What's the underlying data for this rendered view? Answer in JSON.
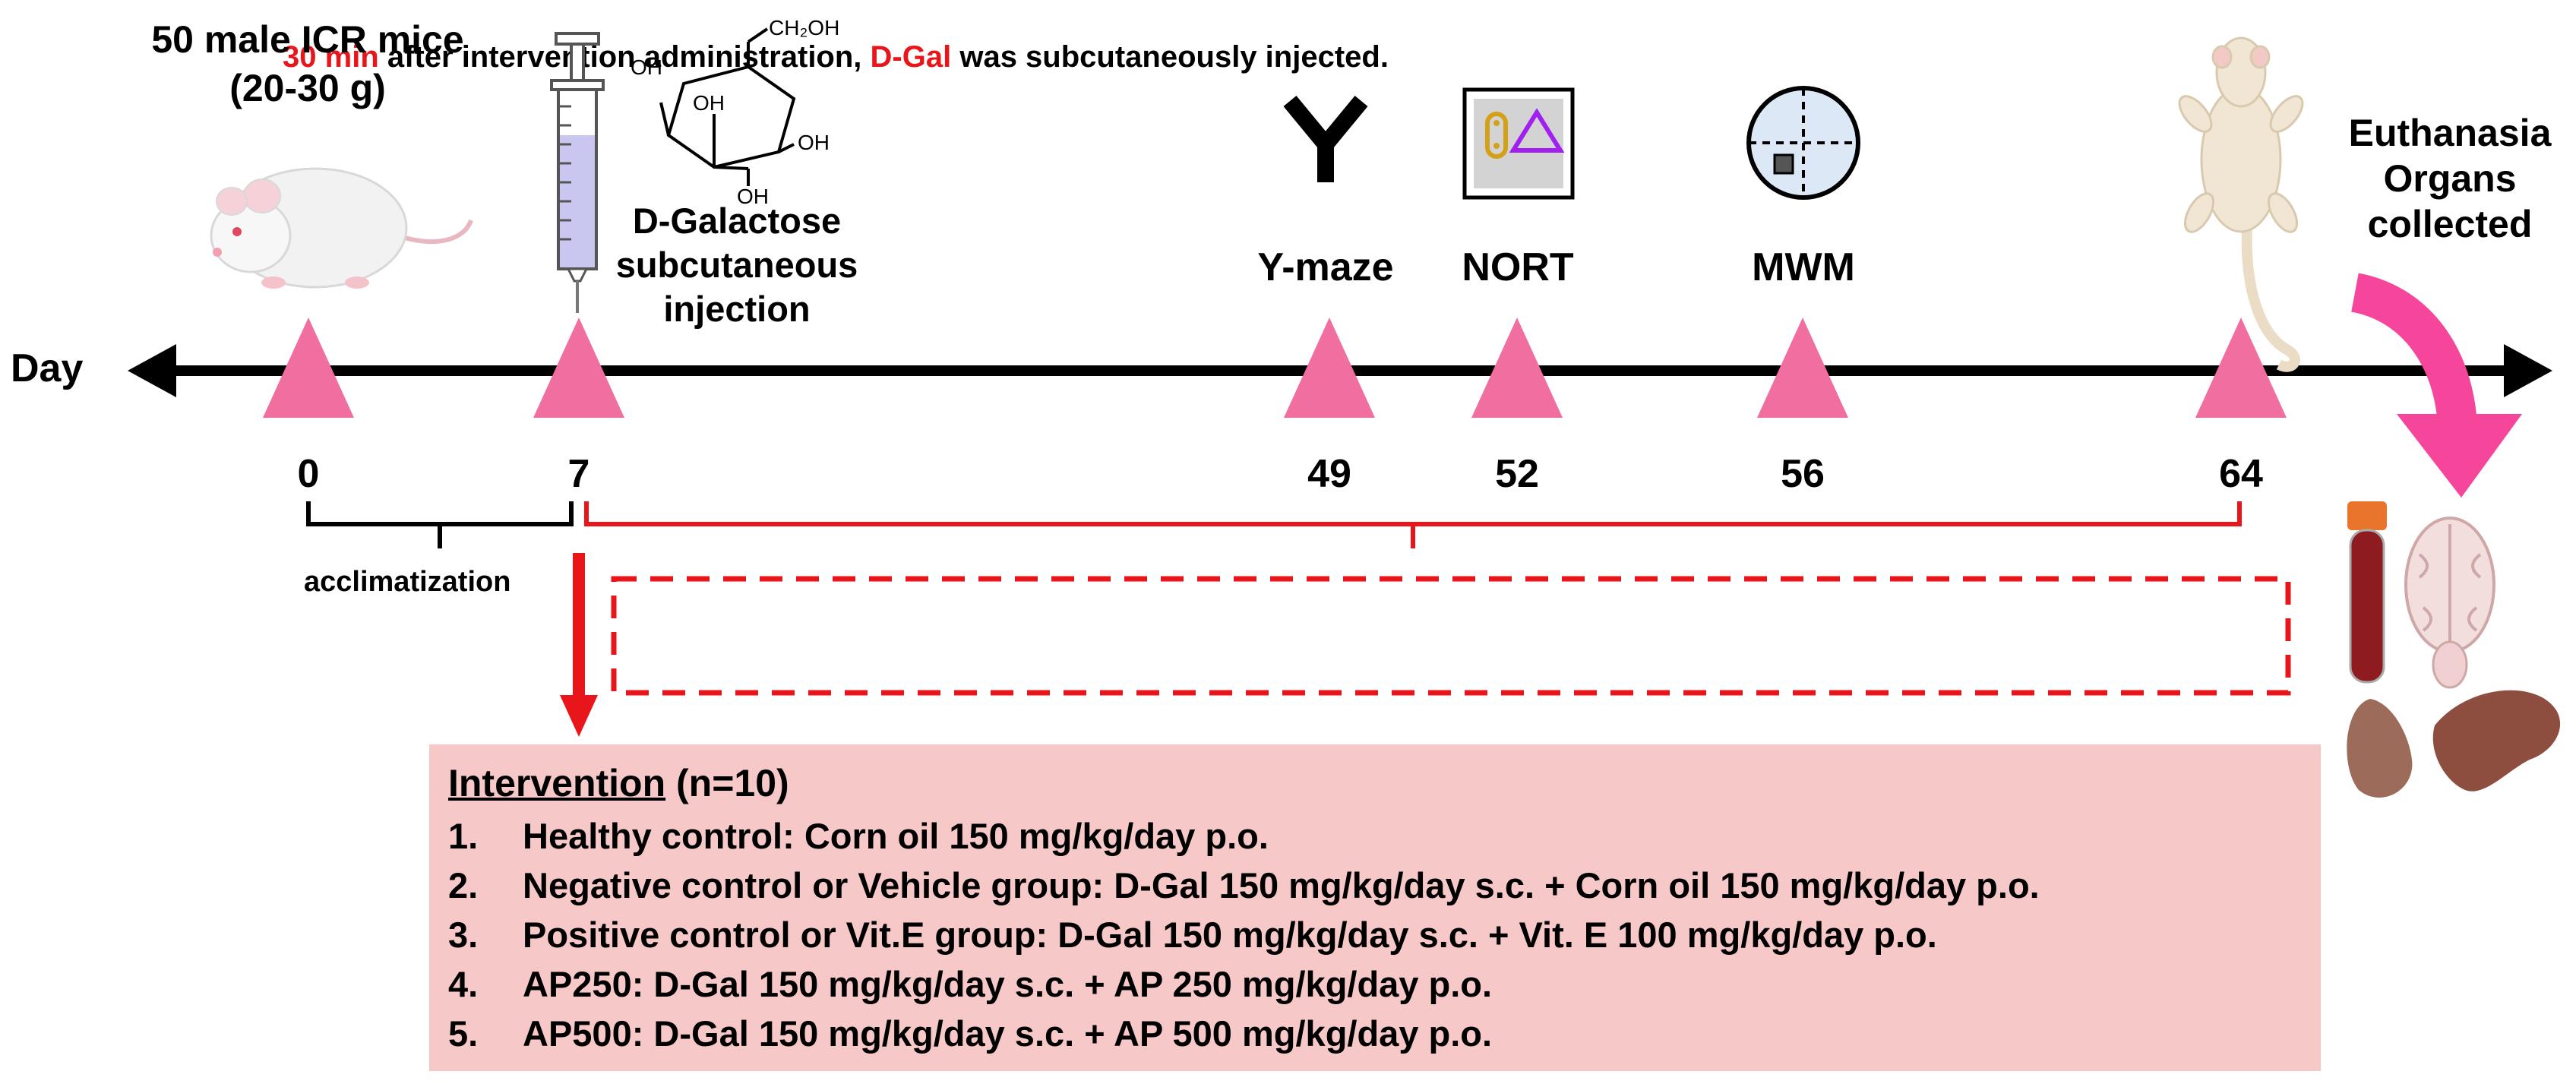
{
  "subjects": {
    "title_line1": "50 male ICR mice",
    "title_line2": "(20-30 g)"
  },
  "injection": {
    "line1": "D-Galactose",
    "line2": "subcutaneous",
    "line3": "injection",
    "molecule_labels": {
      "ch2oh": "CH₂OH",
      "oh_top_left": "OH",
      "oh_mid": "OH",
      "oh_right": "OH",
      "oh_bottom": "OH"
    }
  },
  "tests": {
    "ymaze": "Y-maze",
    "nort": "NORT",
    "mwm": "MWM"
  },
  "endpoint": {
    "line1": "Euthanasia",
    "line2": "Organs",
    "line3": "collected"
  },
  "timeline": {
    "axis_label": "Day",
    "days": [
      "0",
      "7",
      "49",
      "52",
      "56",
      "64"
    ],
    "acclimatization_label": "acclimatization"
  },
  "admin_note": {
    "part1": "30 min",
    "part2": " after intervention administration, ",
    "part3": "D-Gal",
    "part4": " was subcutaneously injected."
  },
  "intervention": {
    "heading": "Intervention",
    "heading_suffix": " (n=10)",
    "groups": [
      {
        "num": "1.",
        "text": "Healthy control: Corn oil 150 mg/kg/day p.o."
      },
      {
        "num": "2.",
        "text": "Negative control or Vehicle group: D-Gal 150 mg/kg/day s.c. + Corn oil 150 mg/kg/day p.o."
      },
      {
        "num": "3.",
        "text": "Positive control or Vit.E group: D-Gal 150 mg/kg/day s.c. + Vit. E 100 mg/kg/day p.o."
      },
      {
        "num": "4.",
        "text": "AP250: D-Gal 150 mg/kg/day s.c. + AP 250 mg/kg/day p.o."
      },
      {
        "num": "5.",
        "text": "AP500: D-Gal 150 mg/kg/day s.c. + AP 500 mg/kg/day p.o."
      }
    ]
  },
  "colors": {
    "marker_pink": "#f06ea0",
    "bracket_red": "#e8161a",
    "arrow_magenta": "#f5469b",
    "intervention_bg": "#f7c8c8",
    "nort_triangle": "#a020f0",
    "nort_pill": "#d4a017"
  },
  "icons": [
    "mouse-icon",
    "syringe-icon",
    "galactose-structure-icon",
    "y-maze-icon",
    "nort-icon",
    "mwm-icon",
    "rat-icon",
    "blood-tube-icon",
    "brain-icon",
    "spleen-icon",
    "liver-icon"
  ]
}
